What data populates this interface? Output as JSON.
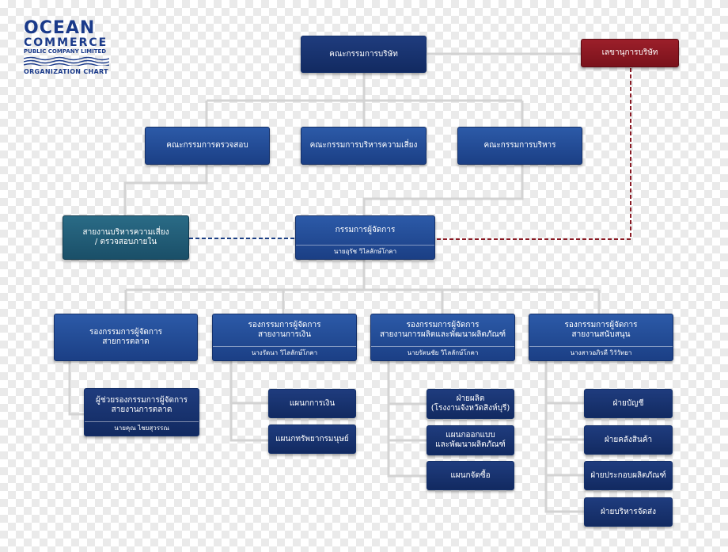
{
  "logo": {
    "brand_line1": "OCEAN",
    "brand_line2": "COMMERCE",
    "tagline": "PUBLIC COMPANY LIMITED",
    "chart_label": "ORGANIZATION CHART"
  },
  "colors": {
    "box_blue": "#1b3f85",
    "box_red": "#7a121b",
    "box_teal": "#1a4f68",
    "connector_gray": "#d3d3d3",
    "dashed_red": "#8a1a24",
    "dashed_navy": "#1b3f85"
  },
  "nodes": {
    "board": {
      "label": "คณะกรรมการบริษัท"
    },
    "secretary": {
      "label": "เลขานุการบริษัท"
    },
    "audit_committee": {
      "label": "คณะกรรมการตรวจสอบ"
    },
    "risk_committee": {
      "label": "คณะกรรมการบริหารความเสี่ยง"
    },
    "executive_committee": {
      "label": "คณะกรรมการบริหาร"
    },
    "risk_internal_audit": {
      "line1": "สายงานบริหารความเสี่ยง",
      "line2": "/ ตรวจสอบภายใน"
    },
    "managing_director": {
      "label": "กรรมการผู้จัดการ",
      "person": "นายอุรัช  วิไลลักษ์โกคา"
    },
    "dmd_marketing": {
      "line1": "รองกรรมการผู้จัดการ",
      "line2": "สายการตลาด"
    },
    "dmd_finance": {
      "line1": "รองกรรมการผู้จัดการ",
      "line2": "สายงานการเงิน",
      "person": "นางรัดนา  วิไลลักษ์โกคา"
    },
    "dmd_production": {
      "line1": "รองกรรมการผู้จัดการ",
      "line2": "สายงานการผลิตและพัฒนาผลิตภัณฑ์",
      "person": "นายรัตนชัย  วิไลลักษ์โกคา"
    },
    "dmd_support": {
      "line1": "รองกรรมการผู้จัดการ",
      "line2": "สายงานสนับสนุน",
      "person": "นางสาวอภิรดี  วิวัวัทยา"
    },
    "asst_marketing": {
      "line1": "ผู้ช่วยรองกรรมการผู้จัดการ",
      "line2": "สายงานการตลาด",
      "person": "นายคุณ  ไชยสุวรรณ"
    },
    "finance_dept": {
      "label": "แผนกการเงิน"
    },
    "hr_dept": {
      "label": "แผนกทรัพยากรมนุษย์"
    },
    "production_div": {
      "line1": "ฝ่ายผลิต",
      "line2": "(โรงงานจังหวัดสิงห์บุรี)"
    },
    "design_dept": {
      "line1": "แผนกออกแบบ",
      "line2": "และพัฒนาผลิตภัณฑ์"
    },
    "purchasing_dept": {
      "label": "แผนกจัดซื้อ"
    },
    "accounting_div": {
      "label": "ฝ่ายบัญชี"
    },
    "warehouse_div": {
      "label": "ฝ่ายคลังสินค้า"
    },
    "assembly_div": {
      "label": "ฝ่ายประกอบผลิตภัณฑ์"
    },
    "distribution_div": {
      "label": "ฝ่ายบริหารจัดส่ง"
    }
  }
}
